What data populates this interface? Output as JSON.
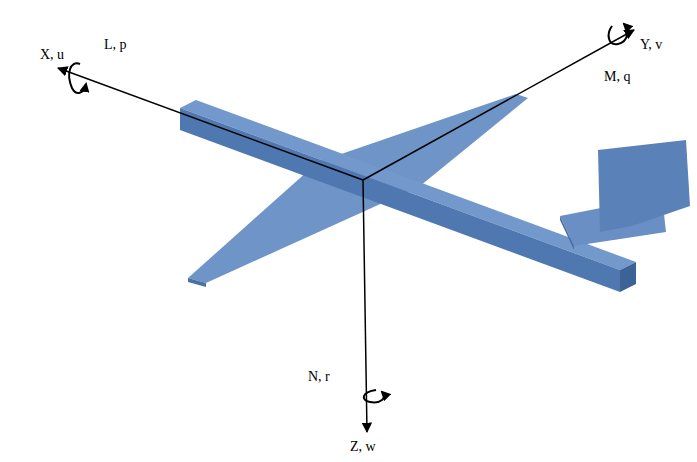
{
  "diagram": {
    "labels": [
      "X, u",
      "L, p",
      "Y, v",
      "M, q",
      "N, r",
      "Z, w"
    ]
  }
}
